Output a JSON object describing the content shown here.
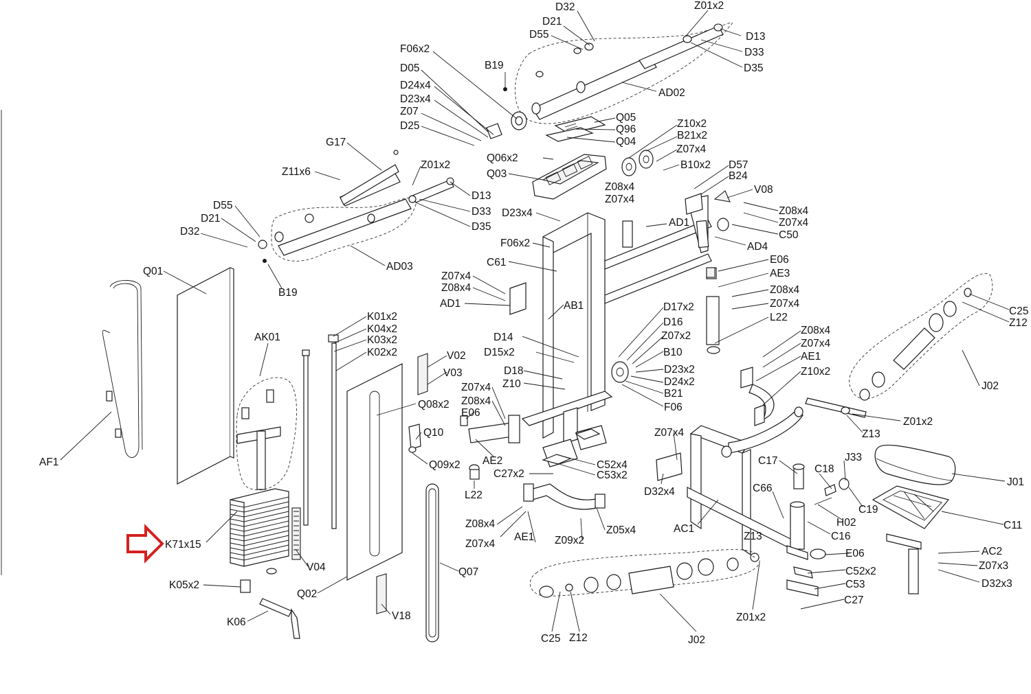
{
  "diagram": {
    "labels": [
      "D32",
      "Z01x2",
      "D21",
      "D55",
      "D13",
      "D33",
      "D35",
      "F06x2",
      "B19",
      "AD02",
      "D05",
      "D24x4",
      "D23x4",
      "Z07",
      "D25",
      "Q05",
      "Q96",
      "Q04",
      "Z10x2",
      "B21x2",
      "Z07x4",
      "B10x2",
      "D57",
      "B24",
      "V08",
      "Q06x2",
      "Q03",
      "G17",
      "Z11x6",
      "Z01x2",
      "D13",
      "D33",
      "D35",
      "D55",
      "D21",
      "D32",
      "AD03",
      "B19",
      "Z08x4",
      "Z07x4",
      "Z08x4",
      "Z07x4",
      "C50",
      "D23x4",
      "AD1",
      "AD4",
      "F06x2",
      "C61",
      "E06",
      "AE3",
      "Q01",
      "Z07x4",
      "Z08x4",
      "AD1",
      "AB1",
      "Z08x4",
      "Z07x4",
      "L22",
      "C25",
      "Z12",
      "K01x2",
      "K04x2",
      "K03x2",
      "K02x2",
      "AK01",
      "D17x2",
      "D16",
      "Z07x2",
      "D14",
      "B10",
      "Z08x4",
      "Z07x4",
      "AE1",
      "V02",
      "D15x2",
      "V03",
      "D23x2",
      "D18",
      "D24x2",
      "Z10x2",
      "Z07x4",
      "Z10",
      "B21",
      "Z08x4",
      "Q08x2",
      "E06",
      "F06",
      "J02",
      "Z01x2",
      "Q10",
      "Z13",
      "Z07x4",
      "AF1",
      "AE2",
      "C52x4",
      "Q09x2",
      "C53x2",
      "C27x2",
      "J33",
      "C17",
      "C18",
      "L22",
      "D32x4",
      "J01",
      "C66",
      "C19",
      "H02",
      "Z08x4",
      "C11",
      "AE1",
      "Z05x4",
      "AC1",
      "Z07x4",
      "Z09x2",
      "C16",
      "K71x15",
      "Z13",
      "E06",
      "AC2",
      "V04",
      "C52x2",
      "Z07x3",
      "Q07",
      "C53",
      "D32x3",
      "K05x2",
      "Q02",
      "C27",
      "V18",
      "K06",
      "Z01x2",
      "C25",
      "Z12",
      "J02"
    ]
  }
}
